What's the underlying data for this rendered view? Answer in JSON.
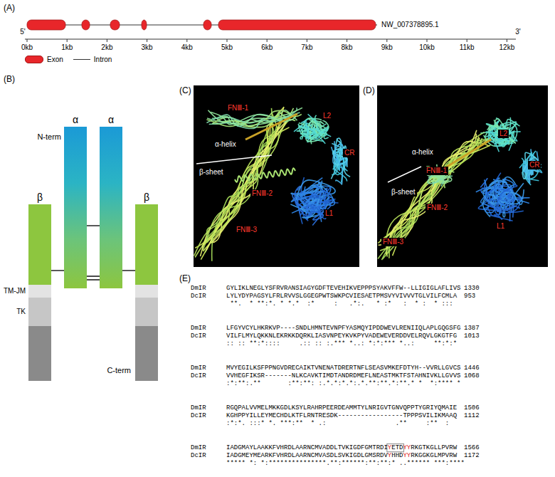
{
  "diagram": {
    "nodes": [
      {
        "text": [
          "α"
        ]
      },
      {
        "text": [
          "α"
        ]
      },
      {
        "text": [
          "β"
        ]
      },
      {
        "text": [
          "β"
        ]
      },
      {
        "text": [
          "FNⅢ-1",
          "L2",
          "α-helix",
          "CR",
          "β-sheet",
          "FNⅢ-2",
          "L1",
          "FNⅢ-3"
        ]
      },
      {
        "text": [
          "L2",
          "α-helix",
          "CR",
          "FNⅢ-1",
          "β-sheet",
          "FNⅢ-2",
          "L1",
          "FNⅢ-3"
        ]
      }
    ],
    "edges": [
      {
        "from": 0,
        "to": 1,
        "arrow": "none"
      },
      {
        "from": 0,
        "to": 1,
        "arrow": "none"
      },
      {
        "from": 2,
        "to": 0,
        "arrow": "none"
      },
      {
        "from": 1,
        "to": 3,
        "arrow": "none"
      }
    ],
    "labels": [
      "(A)",
      "NW_007378895.1",
      "5'",
      "3'",
      "0kb",
      "1kb",
      "2kb",
      "3kb",
      "4kb",
      "5kb",
      "6kb",
      "7kb",
      "8kb",
      "9kb",
      "10kb",
      "11kb",
      "12kb",
      "(B)",
      "N-term",
      "TM-JM",
      "TK",
      "C-term",
      "(C)",
      "(D)",
      "(E)",
      "DmIR",
      "GYLIKLNEGLYSFRVRANSIAGYGDFTEVEHIKVEPPPSYAKVFFW--LLIGIGLAFLIVS",
      "1330",
      "DcIR",
      "LYLYDYPAGSYLFRLRVVSLGGEGPWTSWKPCVIESAETPMSVYVIVVVTGLVILFCMLA",
      "953",
      " **.  * **:*. * *.*  :*     :   .*:.   * :*   :  * :  * :::",
      "DmIR",
      "LFGYVCYLHKRKVP----SNDLHMNTEVNPFYASMQYIPDDWEVLRENIIQLAPLGQGSFG",
      "1387",
      "DcIR",
      "VILFLMYLQKKNLEKRKKDQRKLIASVNPEYKVKPYVADEWEVERDDVELRQVLGKGTFG",
      "1013",
      ":: :: **:*::::     .:: :: :.*** *..: *:*:*** *..:     **:*:*",
      "DmIR",
      "MVYEGILKSFPPNGVDRECAIKTVNENATDRERTNFLSEASVMKEFDTYH--VVRLLGVCS",
      "1446",
      "DcIR",
      "VVHEGFIKSR-------NLKCAVKTIMDTANDRDMEFLNEASTMKTFSTAHNIVKLLGVVS",
      "1068",
      ":*:**:.**       :**:**: :.*.*:*.*:.*.**:**.*:**.* *  *:**** *",
      "DmIR",
      "RGQPALVVMELMKKGDLKSYLRAHRPEERDEAMMTYLNRIGVTGNVQPPTYGRIYQMAIE",
      "1506",
      "DcIR",
      "KGHPPYILLEYMECHDLKTFLRNTRESDK-----------------TPPPSVILIKMAAQ",
      "1112",
      ":*:*. :::* *. ***:**  * .:                  .**     :**  :",
      "DmIR",
      "IADGMAYLAAKKFVHRDLAARNCMVADDLTVKIGDFGMTRDI",
      "Y",
      "ETD",
      "YY",
      "RKGTKGLLPVRW",
      "1566",
      "DcIR",
      "IADGMEYMEARKFVHRDLAARNCMVASDLSVKIGDLGMSRDV",
      "Y",
      "HHD",
      "YY",
      "RKGGKGLMPVRW",
      "1172",
      "***** *: *:***************.**:******:**:**:* ..****** ***:****"
    ],
    "legend": [
      {
        "text": "Exon",
        "color": "#e8262a"
      },
      {
        "text": "Intron"
      }
    ]
  }
}
